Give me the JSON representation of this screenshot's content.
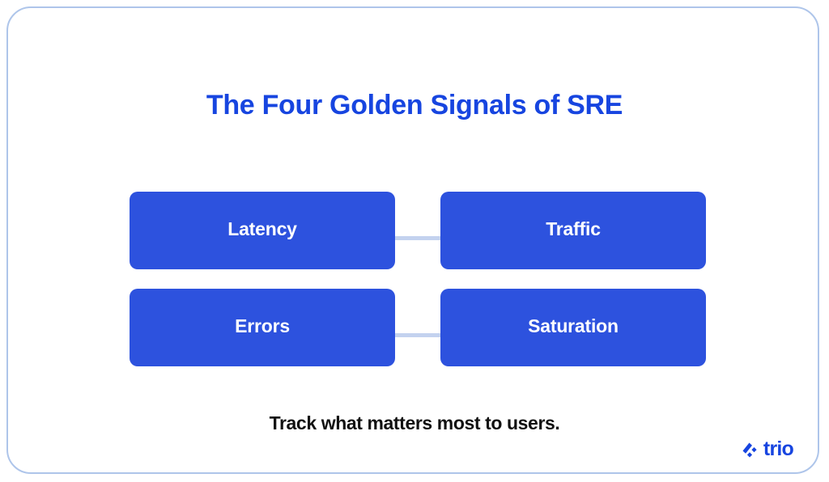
{
  "card": {
    "border_color": "#aec5ea",
    "background": "#ffffff"
  },
  "title": "The Four Golden Signals of SRE",
  "title_color": "#1745e0",
  "diagram": {
    "box_color": "#2d52de",
    "box_text_color": "#ffffff",
    "connector_color": "#c3d2ef",
    "rows": [
      {
        "left": "Latency",
        "right": "Traffic"
      },
      {
        "left": "Errors",
        "right": "Saturation"
      }
    ],
    "boxes": [
      {
        "label": "Latency",
        "row": 0,
        "col": 0
      },
      {
        "label": "Traffic",
        "row": 0,
        "col": 1
      },
      {
        "label": "Errors",
        "row": 1,
        "col": 0
      },
      {
        "label": "Saturation",
        "row": 1,
        "col": 1
      }
    ]
  },
  "caption": "Track what matters most to users.",
  "caption_color": "#111111",
  "logo": {
    "mark_icon": "trio-mark-icon",
    "wordmark": "trio",
    "color": "#1745e0"
  }
}
